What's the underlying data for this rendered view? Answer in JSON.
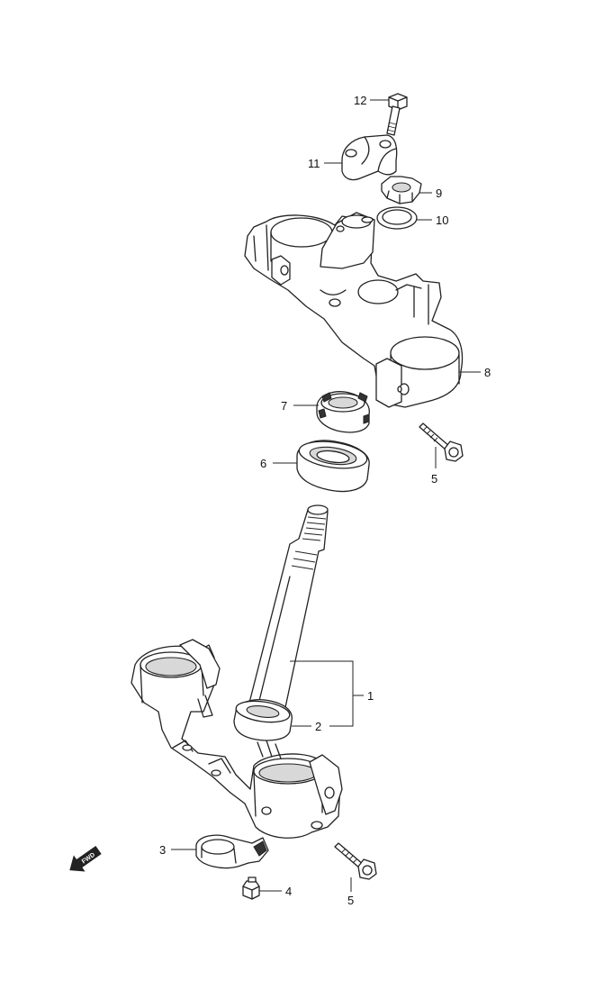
{
  "callouts": {
    "p1": "1",
    "p2": "2",
    "p3": "3",
    "p4": "4",
    "p5a": "5",
    "p5b": "5",
    "p6": "6",
    "p7": "7",
    "p8": "8",
    "p9": "9",
    "p10": "10",
    "p11": "11",
    "p12": "12"
  },
  "direction_marker": {
    "label": "FWD",
    "icon": "forward-arrow-icon"
  }
}
